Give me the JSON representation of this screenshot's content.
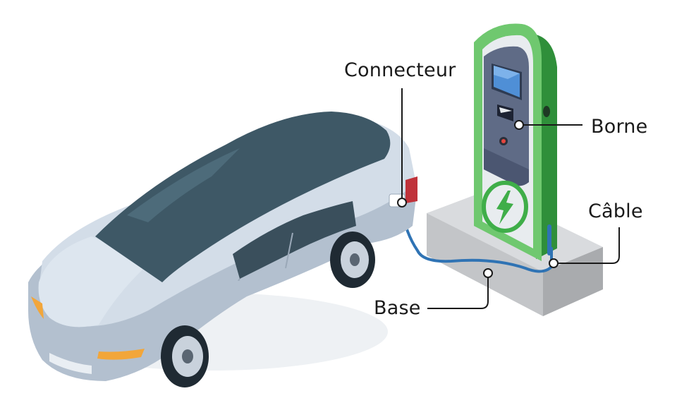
{
  "labels": {
    "connecteur": "Connecteur",
    "borne": "Borne",
    "cable": "Câble",
    "base": "Base"
  },
  "colors": {
    "car_body": "#d3dde8",
    "car_shadow": "#b3c0cf",
    "glass": "#3e5866",
    "station_green": "#3fae49",
    "station_panel": "#5f6b86",
    "screen": "#4f8fd6",
    "base_concrete": "#bfc1c4",
    "cable": "#2f73b4",
    "line": "#1a1a1a"
  },
  "icons": [
    "lightning-bolt-icon"
  ]
}
